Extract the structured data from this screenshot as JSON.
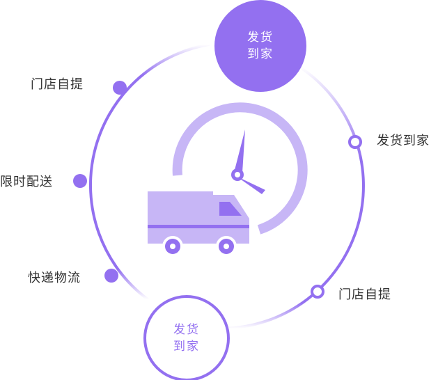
{
  "colors": {
    "accent": "#9370f0",
    "accent_light": "#c7b6f6",
    "text": "#333333",
    "white": "#ffffff"
  },
  "top_badge": {
    "line1": "发货",
    "line2": "到家"
  },
  "bottom_badge": {
    "line1": "发货",
    "line2": "到家"
  },
  "nodes": {
    "left_top": "门店自提",
    "left_mid": "限时配送",
    "left_bottom": "快递物流",
    "right_top": "发货到家",
    "right_bottom": "门店自提"
  },
  "icons": {
    "center": "delivery-truck-clock-icon"
  }
}
